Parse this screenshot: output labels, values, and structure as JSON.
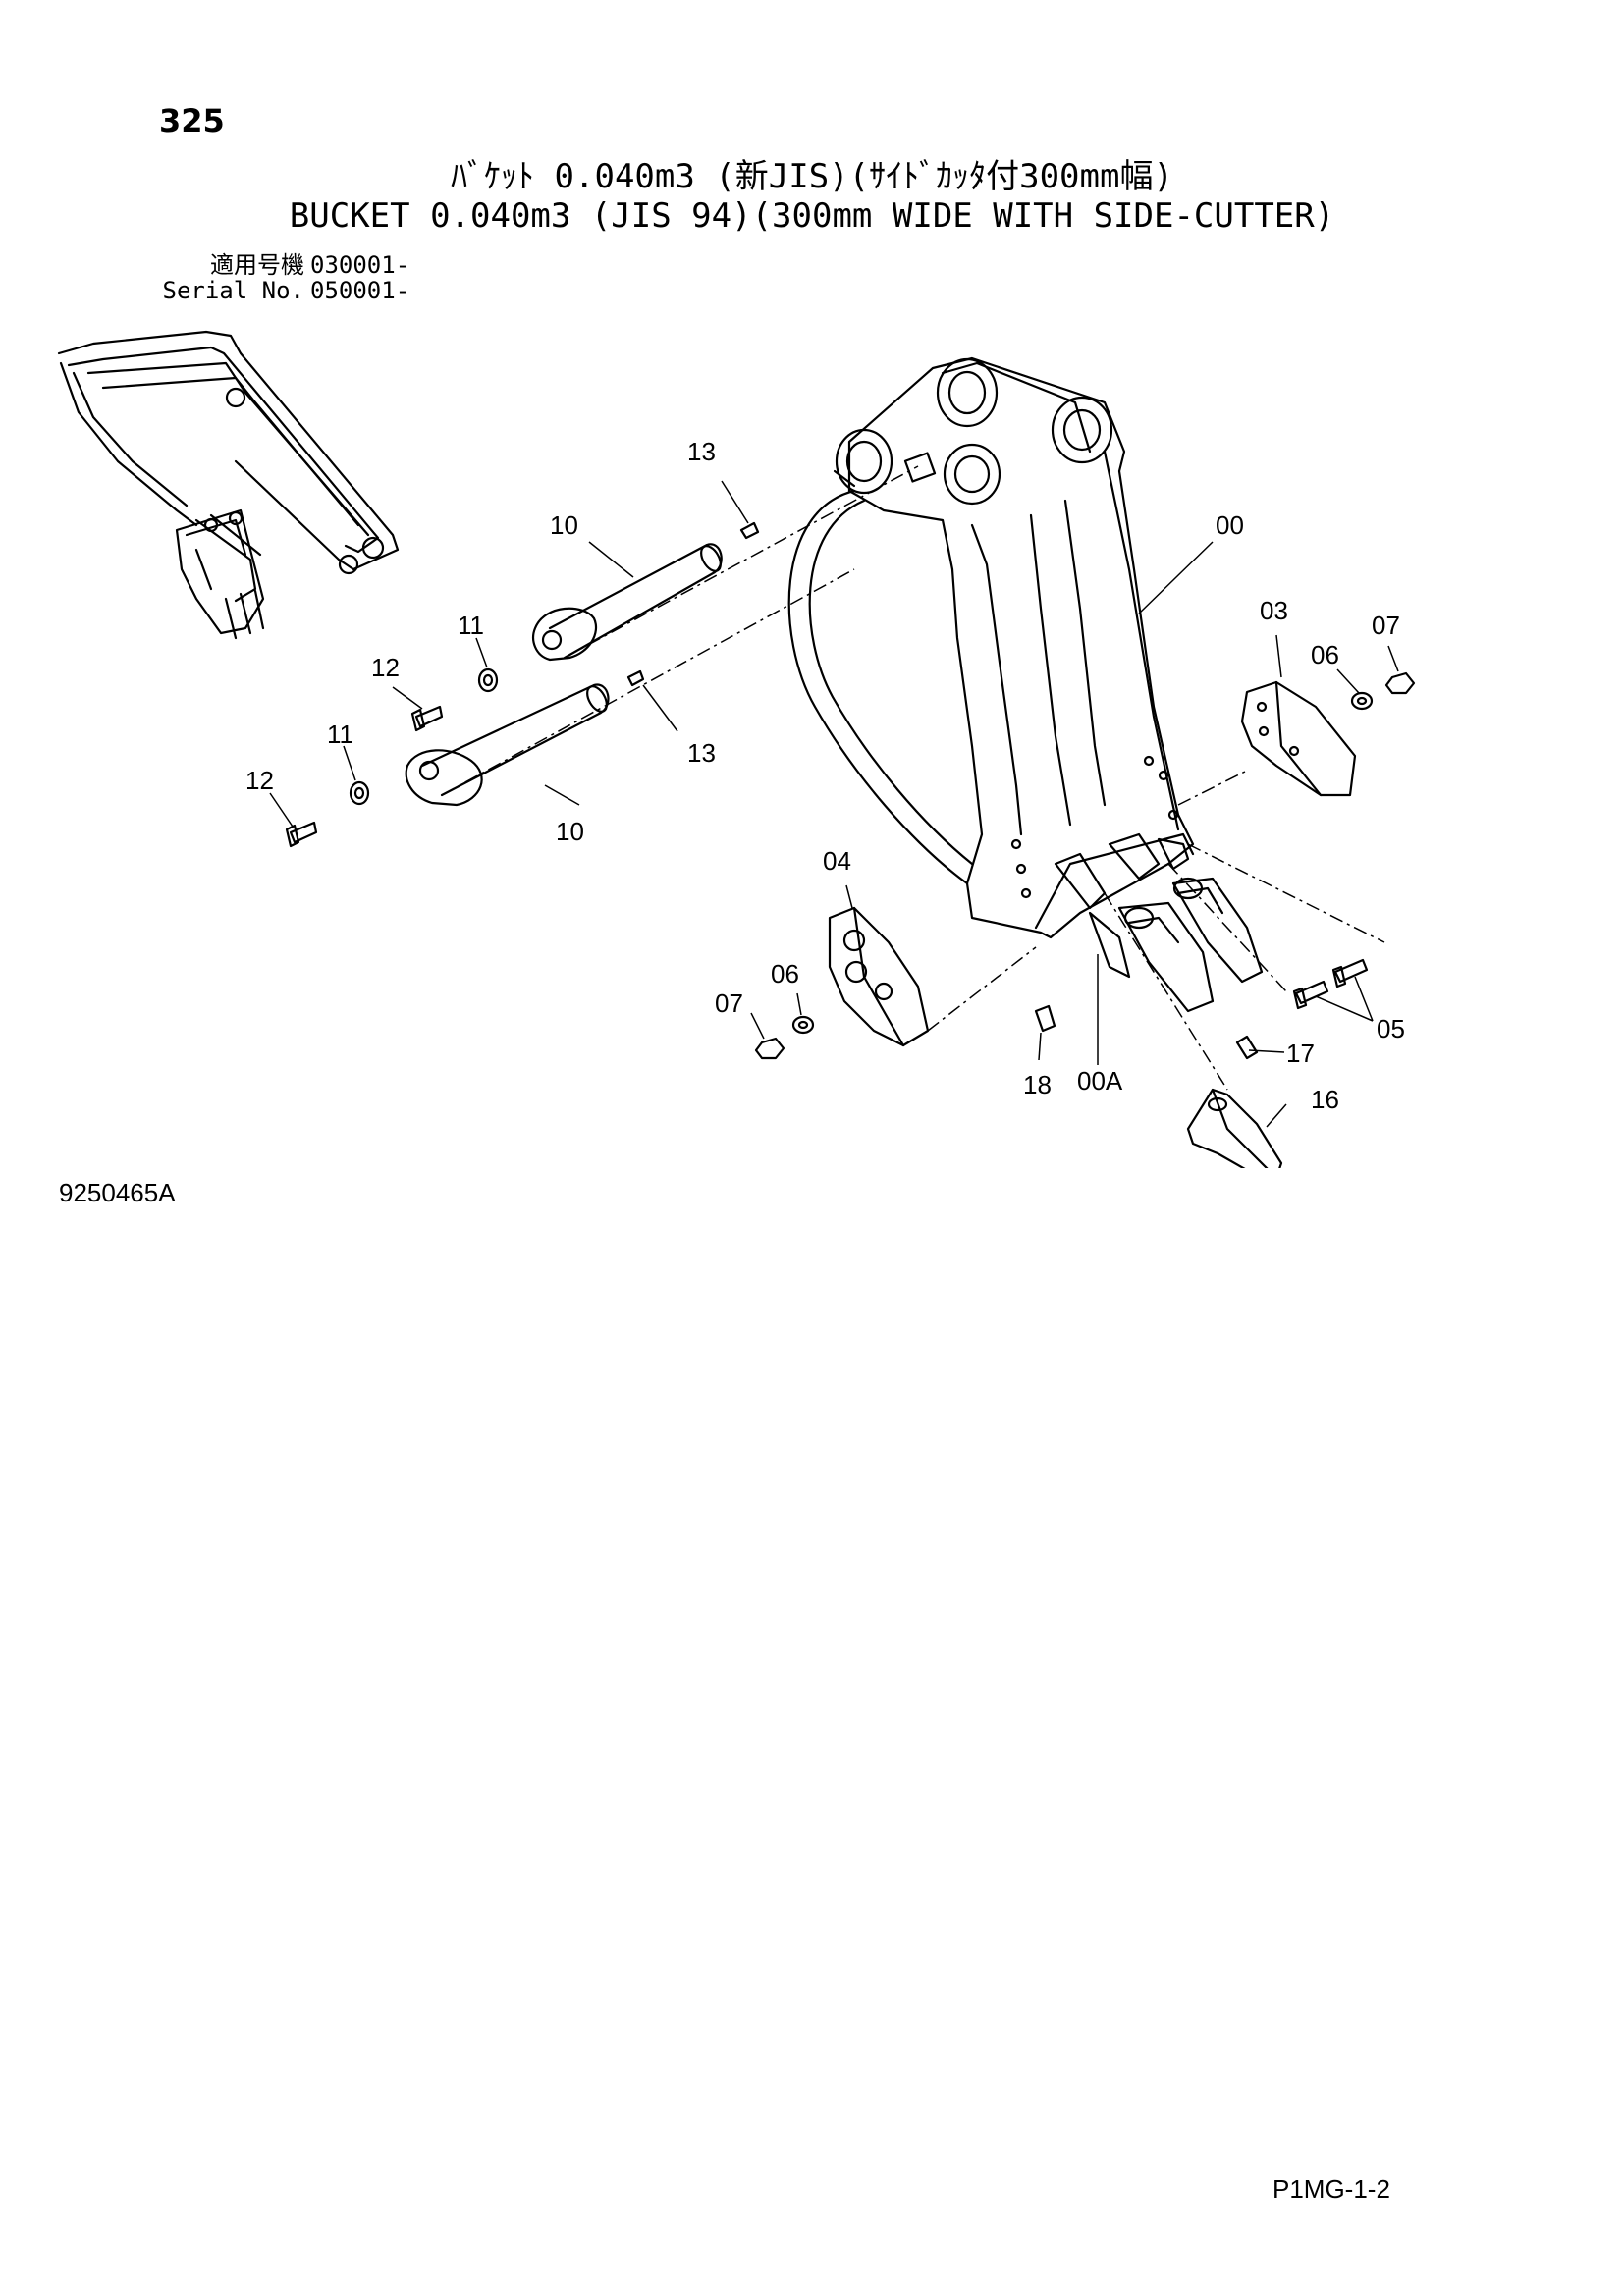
{
  "page_number": "325",
  "title_jp": "ﾊﾞｹｯﾄ 0.040m3 (新JIS)(ｻｲﾄﾞｶｯﾀ付300mm幅)",
  "title_en": "BUCKET 0.040m3 (JIS 94)(300mm WIDE WITH SIDE-CUTTER)",
  "serial": [
    {
      "label": "適用号機",
      "value": "030001-"
    },
    {
      "label": "Serial No.",
      "value": "050001-"
    }
  ],
  "callouts": [
    "13",
    "10",
    "11",
    "12",
    "11",
    "12",
    "13",
    "10",
    "00",
    "03",
    "06",
    "07",
    "04",
    "06",
    "07",
    "05",
    "17",
    "16",
    "18",
    "00A"
  ],
  "figure_id": "9250465A",
  "page_code": "P1MG-1-2"
}
